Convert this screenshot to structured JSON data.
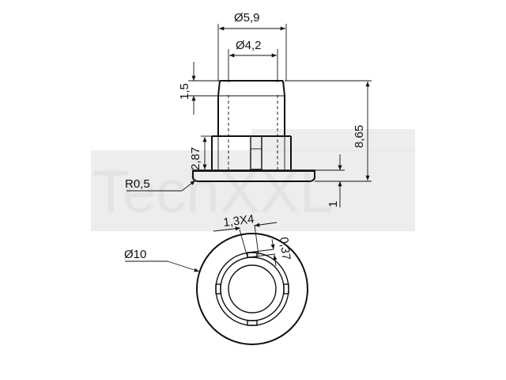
{
  "watermark": {
    "text": "TechXXL",
    "color": "#d9d9d9"
  },
  "dimensions": {
    "outer_diameter_top": "Ø5,9",
    "inner_diameter_top": "Ø4,2",
    "chamfer_height": "1,5",
    "total_height": "8,65",
    "rib_height": "2,87",
    "flange_radius": "R0,5",
    "flange_thickness": "1",
    "rib_size": "1,3X4",
    "rib_depth": "0,37",
    "flange_diameter": "Ø10"
  },
  "colors": {
    "line": "#111111",
    "background": "#ffffff"
  }
}
